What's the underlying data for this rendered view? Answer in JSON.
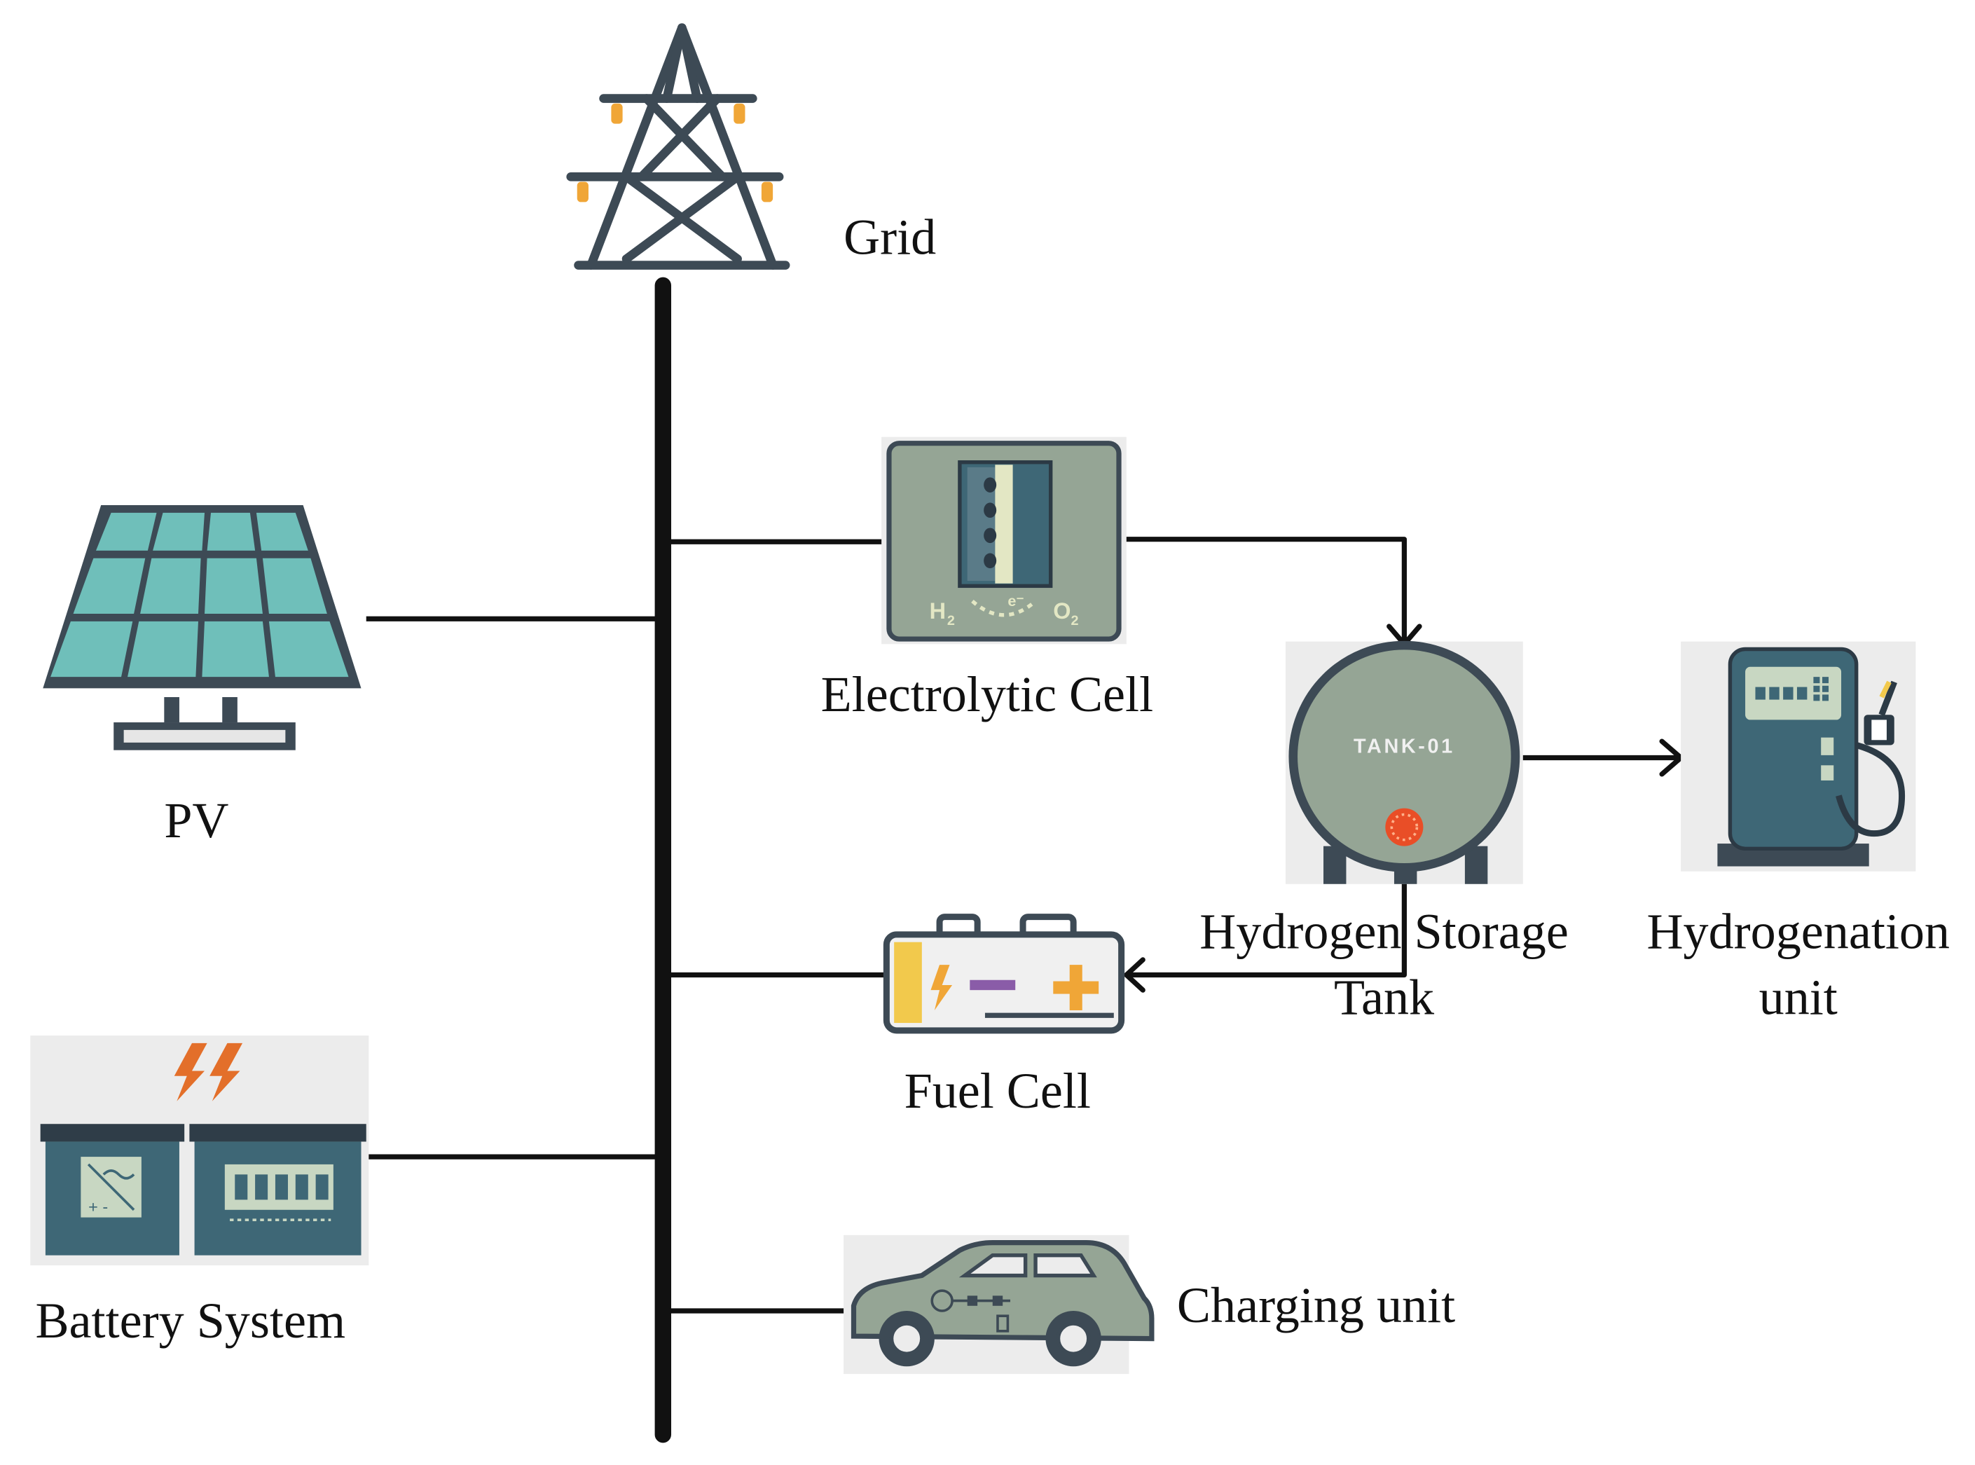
{
  "labels": {
    "grid": "Grid",
    "pv": "PV",
    "battery": "Battery System",
    "electrolytic": "Electrolytic Cell",
    "tank_line1": "Hydrogen Storage",
    "tank_line2": "Tank",
    "hydrogenation_line1": "Hydrogenation",
    "hydrogenation_line2": "unit",
    "fuel_cell": "Fuel Cell",
    "charging": "Charging unit"
  },
  "icon_text": {
    "tank_tag": "TANK-01",
    "h2": "H",
    "o2": "O",
    "h2_sub": "2",
    "o2_sub": "2",
    "electron": "e⁻",
    "inverter_sign": "+ -"
  },
  "icons": [
    "transmission-tower-icon",
    "solar-panel-icon",
    "battery-system-icon",
    "electrolytic-cell-icon",
    "hydrogen-tank-icon",
    "hydrogen-pump-icon",
    "fuel-cell-icon",
    "electric-car-icon"
  ],
  "colors": {
    "line": "#111111",
    "slate": "#3d4a55",
    "panel_teal": "#6fbfba",
    "gray_green": "#95a595",
    "steel_blue": "#3e6776",
    "orange": "#e36f2a",
    "amber": "#f0a637",
    "purple": "#8a5ca8",
    "yellow": "#f2c94c",
    "icon_bg": "#ececec"
  }
}
